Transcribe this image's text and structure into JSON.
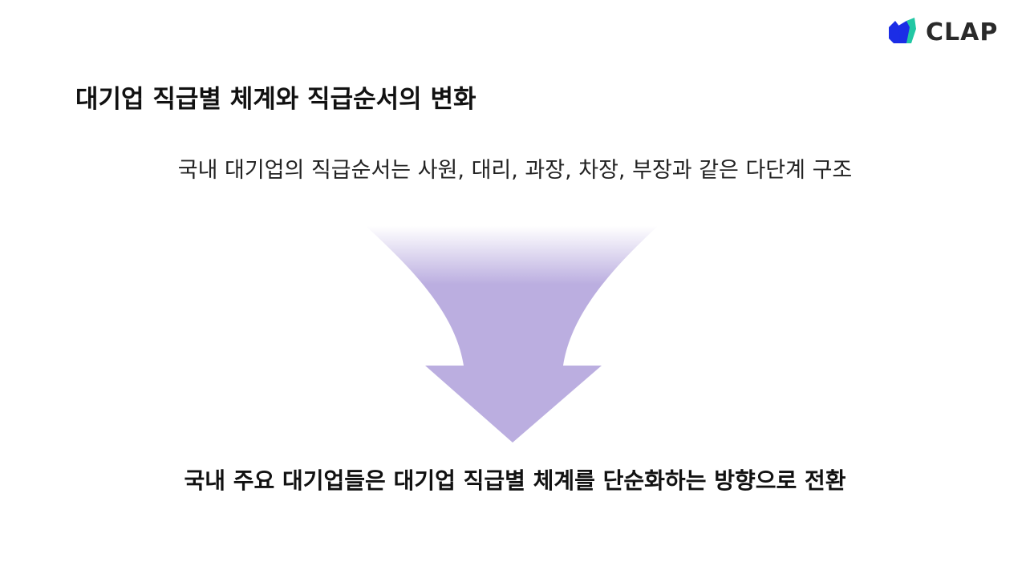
{
  "logo": {
    "text": "CLAP"
  },
  "slide": {
    "title": "대기업 직급별 체계와 직급순서의 변화",
    "subtitle": "국내 대기업의 직급순서는 사원, 대리, 과장, 차장, 부장과 같은 다단계 구조",
    "conclusion": "국내 주요 대기업들은 대기업 직급별 체계를 단순화하는 방향으로 전환"
  },
  "colors": {
    "arrow": "#bbaee0",
    "logo_blue": "#1b2de6",
    "logo_green": "#22c7a4"
  }
}
